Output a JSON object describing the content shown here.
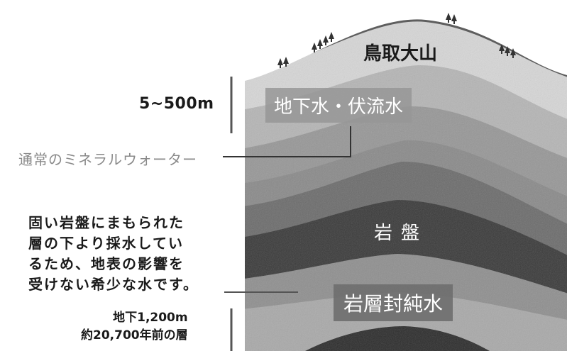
{
  "labels": {
    "mountain": "鳥取大山",
    "groundwater": "地下水・伏流水",
    "bedrock": "岩盤",
    "sealed_water": "岩層封純水",
    "depth_top": "5~500m",
    "mineral_water": "通常のミネラルウォーター",
    "description_lines": [
      "固い岩盤にまもられた",
      "層の下より採水してい",
      "るため、地表の影響を",
      "受けない希少な水です。"
    ],
    "depth_bottom_lines": [
      "地下1,200m",
      "約20,700年前の層"
    ]
  },
  "colors": {
    "sky": "#ffffff",
    "ground_top": "#6e6e6e",
    "layer_light": "#c8c8c8",
    "layer_mid": "#9e9e9e",
    "layer_dark": "#5c5c5c",
    "bedrock": "#2f2f2f",
    "label_text": "#1a1a1a",
    "muted_text": "#8a8a8a"
  },
  "icons": [
    "tree-icon"
  ]
}
